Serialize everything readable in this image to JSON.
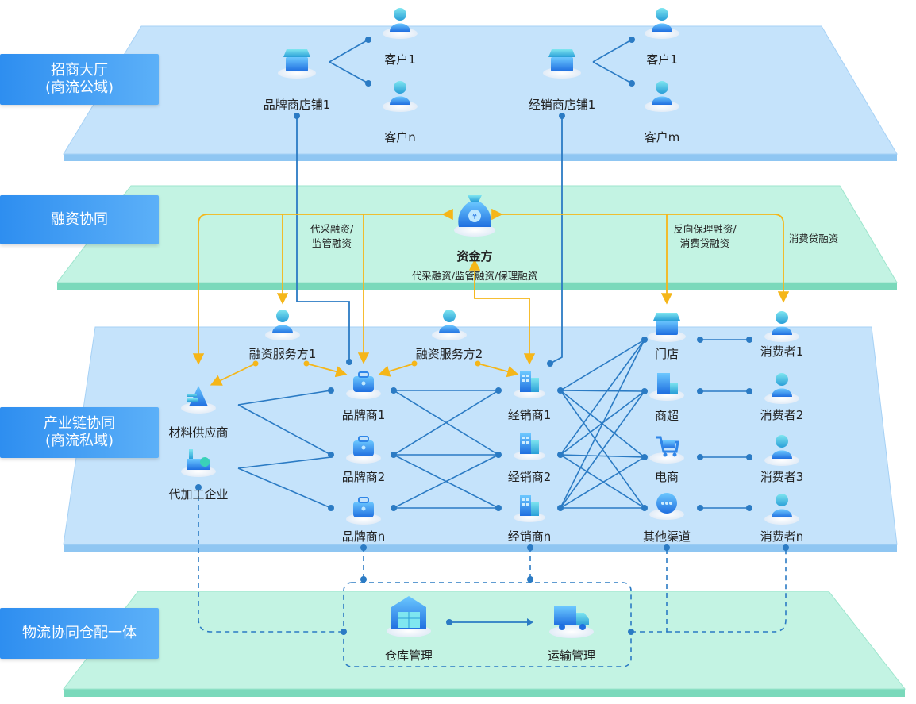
{
  "layers": {
    "mall": {
      "label_line1": "招商大厅",
      "label_line2": "(商流公域)"
    },
    "finance": {
      "label_line1": "融资协同"
    },
    "chain": {
      "label_line1": "产业链协同",
      "label_line2": "(商流私域)"
    },
    "logistics": {
      "label_line1": "物流协同仓配一体"
    }
  },
  "mall_nodes": {
    "brand_shop": "品牌商店铺1",
    "dealer_shop": "经销商店铺1",
    "customers_left": [
      "客户1",
      "客户n"
    ],
    "customers_right": [
      "客户1",
      "客户m"
    ]
  },
  "finance_nodes": {
    "funder": "资金方",
    "funder_caption": "代采融资/监管融资/保理融资",
    "left_edge_label": [
      "代采融资/",
      "监管融资"
    ],
    "right_edge_label": [
      "反向保理融资/",
      "消费贷融资"
    ],
    "far_right_edge_label": "消费贷融资"
  },
  "chain_nodes": {
    "service1": "融资服务方1",
    "service2": "融资服务方2",
    "material_supplier": "材料供应商",
    "oem": "代加工企业",
    "brands": [
      "品牌商1",
      "品牌商2",
      "品牌商n"
    ],
    "dealers": [
      "经销商1",
      "经销商2",
      "经销商n"
    ],
    "channels": [
      "门店",
      "商超",
      "电商",
      "其他渠道"
    ],
    "consumers": [
      "消费者1",
      "消费者2",
      "消费者3",
      "消费者n"
    ]
  },
  "logistics_nodes": {
    "warehouse": "仓库管理",
    "transport": "运输管理"
  },
  "colors": {
    "blue_plane": "#c5e3fb",
    "green_plane": "#c3f3e3",
    "line_blue": "#2b7bc4",
    "line_yellow": "#f5b619",
    "icon_blue": "#2f86e8"
  }
}
